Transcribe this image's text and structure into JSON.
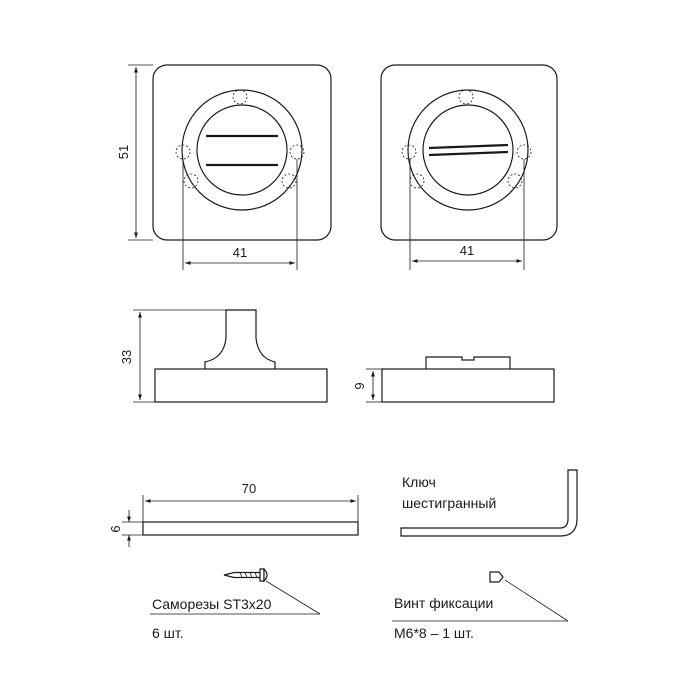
{
  "dimensions": {
    "front_height": "51",
    "front_width_left": "41",
    "front_width_right": "41",
    "side_height": "33",
    "side_thickness": "9",
    "plate_length": "70",
    "plate_thickness": "6"
  },
  "labels": {
    "hex_key_line1": "Ключ",
    "hex_key_line2": "шестигранный",
    "screws_name": "Саморезы ST3x20",
    "screws_qty": "6 шт.",
    "fix_screw_name": "Винт фиксации",
    "fix_screw_qty": "М6*8 – 1 шт."
  }
}
